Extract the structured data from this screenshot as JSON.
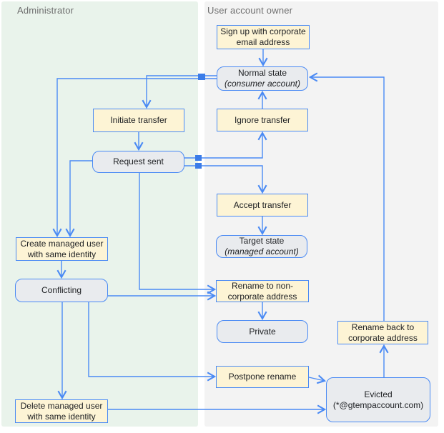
{
  "lanes": [
    {
      "id": "administrator",
      "label": "Administrator"
    },
    {
      "id": "user_account_owner",
      "label": "User account owner"
    }
  ],
  "colors": {
    "admin_lane_bg": "#e9f3eb",
    "user_lane_bg": "#f3f3f3",
    "lane_label_text": "#6e6e6e",
    "action_node_fill": "#fdf4d5",
    "state_node_fill": "#e9ebee",
    "node_border": "#4a8af4",
    "edge_stroke": "#4a8af4",
    "junction_marker": "#3b7ce8",
    "node_text": "#1d1f22"
  },
  "nodes": {
    "sign_up": {
      "lane": "user_account_owner",
      "shape": "action",
      "label": "Sign up with corporate email address",
      "lines": [
        "Sign up with corporate",
        "email address"
      ]
    },
    "normal_state": {
      "lane": "user_account_owner",
      "shape": "state",
      "label": "Normal state (consumer account)",
      "lines": [
        "Normal state",
        "(consumer account)"
      ]
    },
    "initiate_transfer": {
      "lane": "administrator",
      "shape": "action",
      "label": "Initiate transfer",
      "lines": [
        "Initiate transfer"
      ]
    },
    "ignore_transfer": {
      "lane": "user_account_owner",
      "shape": "action",
      "label": "Ignore transfer",
      "lines": [
        "Ignore transfer"
      ]
    },
    "request_sent": {
      "lane": "administrator",
      "shape": "state",
      "label": "Request sent",
      "lines": [
        "Request sent"
      ]
    },
    "accept_transfer": {
      "lane": "user_account_owner",
      "shape": "action",
      "label": "Accept transfer",
      "lines": [
        "Accept transfer"
      ]
    },
    "target_state": {
      "lane": "user_account_owner",
      "shape": "state",
      "label": "Target state (managed account)",
      "lines": [
        "Target state",
        "(managed account)"
      ]
    },
    "create_managed_user": {
      "lane": "administrator",
      "shape": "action",
      "label": "Create managed user with same identity",
      "lines": [
        "Create managed user",
        "with same identity"
      ]
    },
    "conflicting": {
      "lane": "administrator",
      "shape": "state",
      "label": "Conflicting",
      "lines": [
        "Conflicting"
      ]
    },
    "rename_to_non_corporate": {
      "lane": "user_account_owner",
      "shape": "action",
      "label": "Rename to non-corporate address",
      "lines": [
        "Rename to non-",
        "corporate address"
      ]
    },
    "private": {
      "lane": "user_account_owner",
      "shape": "state",
      "label": "Private",
      "lines": [
        "Private"
      ]
    },
    "rename_back_to_corporate": {
      "lane": "user_account_owner",
      "shape": "action",
      "label": "Rename back to corporate address",
      "lines": [
        "Rename back to",
        "corporate address"
      ]
    },
    "postpone_rename": {
      "lane": "user_account_owner",
      "shape": "action",
      "label": "Postpone rename",
      "lines": [
        "Postpone rename"
      ]
    },
    "evicted": {
      "lane": "user_account_owner",
      "shape": "state",
      "label": "Evicted (*@gtempaccount.com)",
      "lines": [
        "Evicted",
        "(*@gtempaccount.com)"
      ]
    },
    "delete_managed_user": {
      "lane": "administrator",
      "shape": "action",
      "label": "Delete managed user with same identity",
      "lines": [
        "Delete managed user",
        "with same identity"
      ]
    }
  },
  "edges": [
    {
      "from": "sign_up",
      "to": "normal_state"
    },
    {
      "from": "ignore_transfer",
      "to": "normal_state"
    },
    {
      "from": "normal_state",
      "to": "initiate_transfer"
    },
    {
      "from": "normal_state",
      "to": "create_managed_user"
    },
    {
      "from": "initiate_transfer",
      "to": "request_sent"
    },
    {
      "from": "request_sent",
      "to": "ignore_transfer"
    },
    {
      "from": "request_sent",
      "to": "accept_transfer"
    },
    {
      "from": "accept_transfer",
      "to": "target_state"
    },
    {
      "from": "request_sent",
      "to": "create_managed_user"
    },
    {
      "from": "request_sent",
      "to": "rename_to_non_corporate"
    },
    {
      "from": "create_managed_user",
      "to": "conflicting"
    },
    {
      "from": "conflicting",
      "to": "rename_to_non_corporate"
    },
    {
      "from": "rename_to_non_corporate",
      "to": "private"
    },
    {
      "from": "conflicting",
      "to": "postpone_rename"
    },
    {
      "from": "conflicting",
      "to": "delete_managed_user"
    },
    {
      "from": "delete_managed_user",
      "to": "evicted"
    },
    {
      "from": "postpone_rename",
      "to": "evicted"
    },
    {
      "from": "evicted",
      "to": "rename_back_to_corporate"
    },
    {
      "from": "rename_back_to_corporate",
      "to": "normal_state"
    }
  ]
}
